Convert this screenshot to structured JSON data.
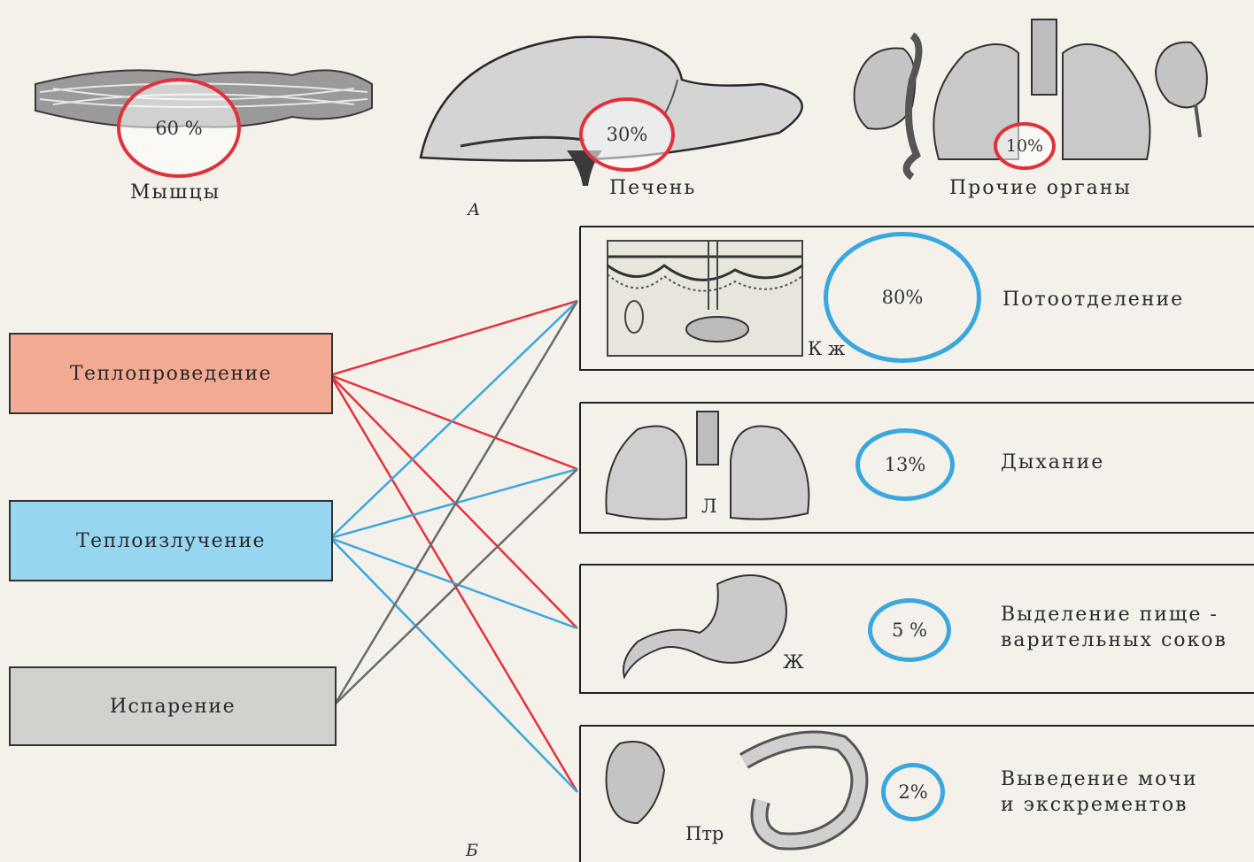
{
  "part_a": {
    "label": "А",
    "organs": [
      {
        "name": "Мышцы",
        "percent": "60 %"
      },
      {
        "name": "Печень",
        "percent": "30%"
      },
      {
        "name": "Прочие органы",
        "percent": "10%"
      }
    ]
  },
  "part_b": {
    "label": "Б",
    "sources": [
      {
        "label": "Теплопроведение",
        "color": "#f2ab92"
      },
      {
        "label": "Теплоизлучение",
        "color": "#97d6f0"
      },
      {
        "label": "Испарение",
        "color": "#d3d1cd"
      }
    ],
    "processes": [
      {
        "organ_tag": "К ж",
        "percent": "80%",
        "text_lines": [
          "Потоотделение"
        ]
      },
      {
        "organ_tag": "Л",
        "percent": "13%",
        "text_lines": [
          "Дыхание"
        ]
      },
      {
        "organ_tag": "Ж",
        "percent": "5 %",
        "text_lines": [
          "Выделение пище -",
          "варительных соков"
        ]
      },
      {
        "organ_tag": "Птр",
        "percent": "2%",
        "text_lines": [
          "Выведение мочи",
          "и  экскрементов"
        ]
      }
    ],
    "line_colors": {
      "conduction": "#e5323c",
      "radiation": "#3aa7df",
      "evaporation": "#6b6b6b"
    }
  }
}
